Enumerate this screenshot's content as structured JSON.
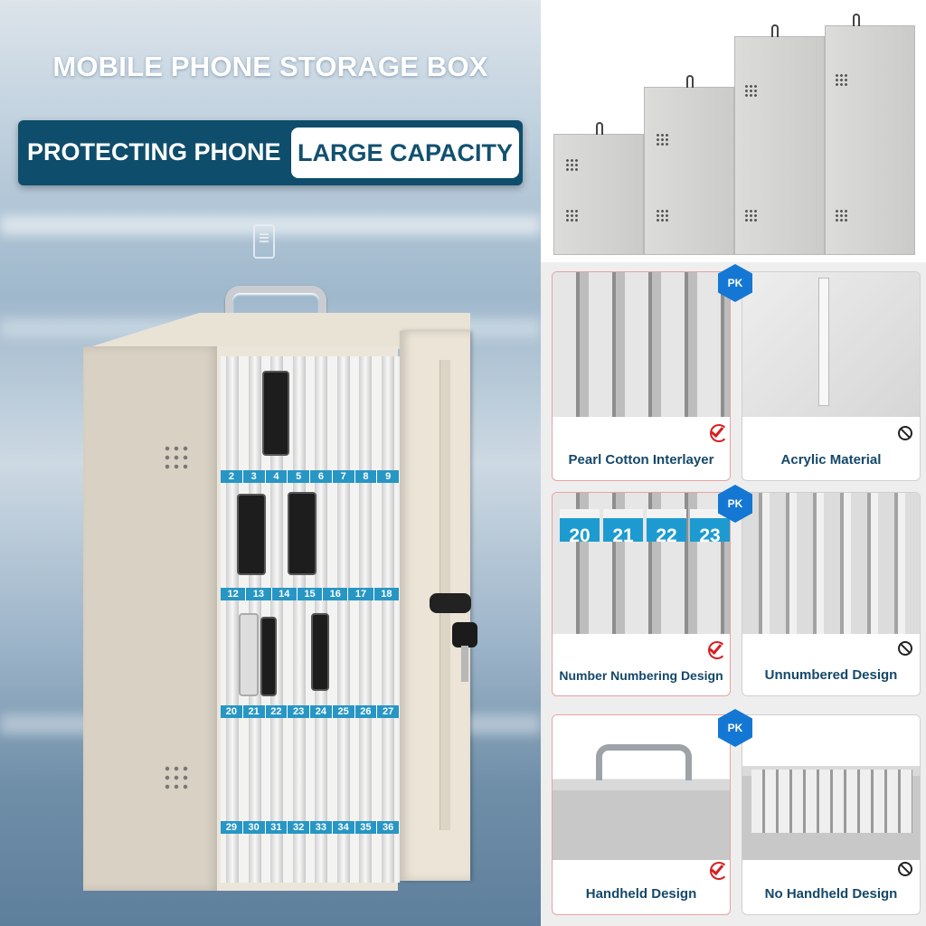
{
  "hero": {
    "title": "MOBILE PHONE STORAGE BOX",
    "banner_left": "PROTECTING PHONE",
    "banner_right": "LARGE CAPACITY"
  },
  "cabinet": {
    "row1": [
      "2",
      "3",
      "4",
      "5",
      "6",
      "7",
      "8",
      "9"
    ],
    "row2": [
      "12",
      "13",
      "14",
      "15",
      "16",
      "17",
      "18"
    ],
    "row3": [
      "20",
      "21",
      "22",
      "23",
      "24",
      "25",
      "26",
      "27"
    ],
    "row4": [
      "29",
      "30",
      "31",
      "32",
      "33",
      "34",
      "35",
      "36"
    ]
  },
  "comparison": {
    "pk_label": "PK",
    "cards": [
      {
        "label": "Pearl Cotton Interlayer",
        "status": "check"
      },
      {
        "label": "Acrylic Material",
        "status": "no"
      },
      {
        "label": "Number Numbering Design",
        "status": "check"
      },
      {
        "label": "Unnumbered Design",
        "status": "no"
      },
      {
        "label": "Handheld Design",
        "status": "check"
      },
      {
        "label": "No Handheld Design",
        "status": "no"
      }
    ],
    "number_tags": [
      "20",
      "21",
      "22",
      "23"
    ]
  },
  "colors": {
    "banner": "#0e4d6b",
    "label_text": "#14486a",
    "pk_badge": "#1477d4",
    "check": "#d42020",
    "number_tag": "#1d9bd1"
  }
}
